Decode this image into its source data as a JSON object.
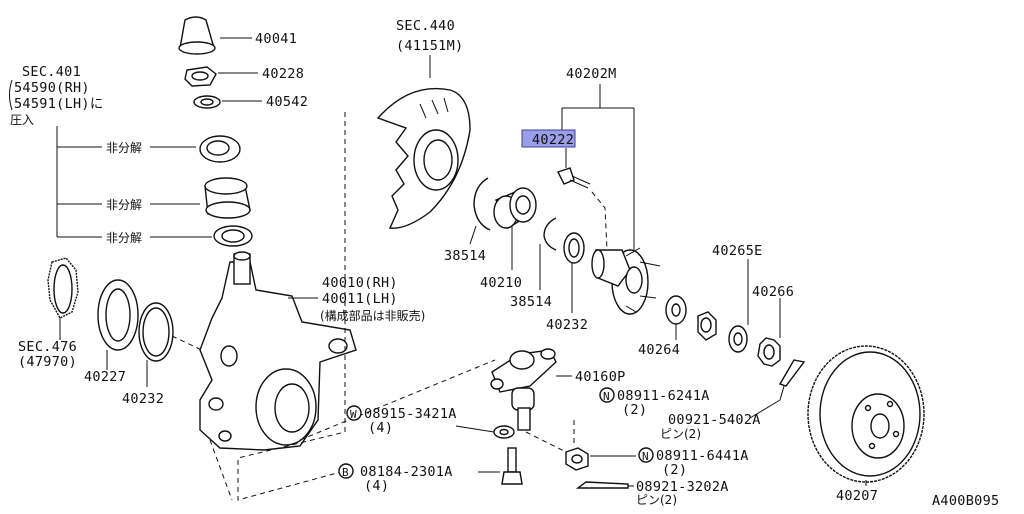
{
  "diagram_code": "A400B095",
  "highlight_color": "#9a9ee8",
  "labels": {
    "p40041": "40041",
    "p40228": "40228",
    "p40542": "40542",
    "sec401_title": "SEC.401",
    "sec401_rh": "54590(RH)",
    "sec401_lh": "54591(LH)に",
    "sec401_press": "圧入",
    "bunkai1": "非分解",
    "bunkai2": "非分解",
    "bunkai3": "非分解",
    "sec476": "SEC.476",
    "sec476_sub": "(47970)",
    "p40227": "40227",
    "p40232a": "40232",
    "sec440": "SEC.440",
    "sec440_sub": "(41151M)",
    "p40010": "40010(RH)",
    "p40011": "40011(LH)",
    "p4001x_note": "(構成部品は非販売)",
    "p38514a": "38514",
    "p40210": "40210",
    "p38514b": "38514",
    "p40232b": "40232",
    "p40202M": "40202M",
    "p40222": "40222",
    "p40265E": "40265E",
    "p40266": "40266",
    "p40264": "40264",
    "p40160P": "40160P",
    "n08911_6241A": "08911-6241A",
    "n08911_6241A_qty": "(2)",
    "w08915_3421A": "08915-3421A",
    "w08915_3421A_qty": "(4)",
    "c00921_5402A": "00921-5402A",
    "c00921_5402A_qty": "ピン(2)",
    "n08911_6441A": "08911-6441A",
    "n08911_6441A_qty": "(2)",
    "b08184_2301A": "08184-2301A",
    "b08184_2301A_qty": "(4)",
    "c08921_3202A": "08921-3202A",
    "c08921_3202A_qty": "ピン(2)",
    "p40207": "40207",
    "prefix_N1": "N",
    "prefix_W": "W",
    "prefix_N2": "N",
    "prefix_B": "B"
  }
}
